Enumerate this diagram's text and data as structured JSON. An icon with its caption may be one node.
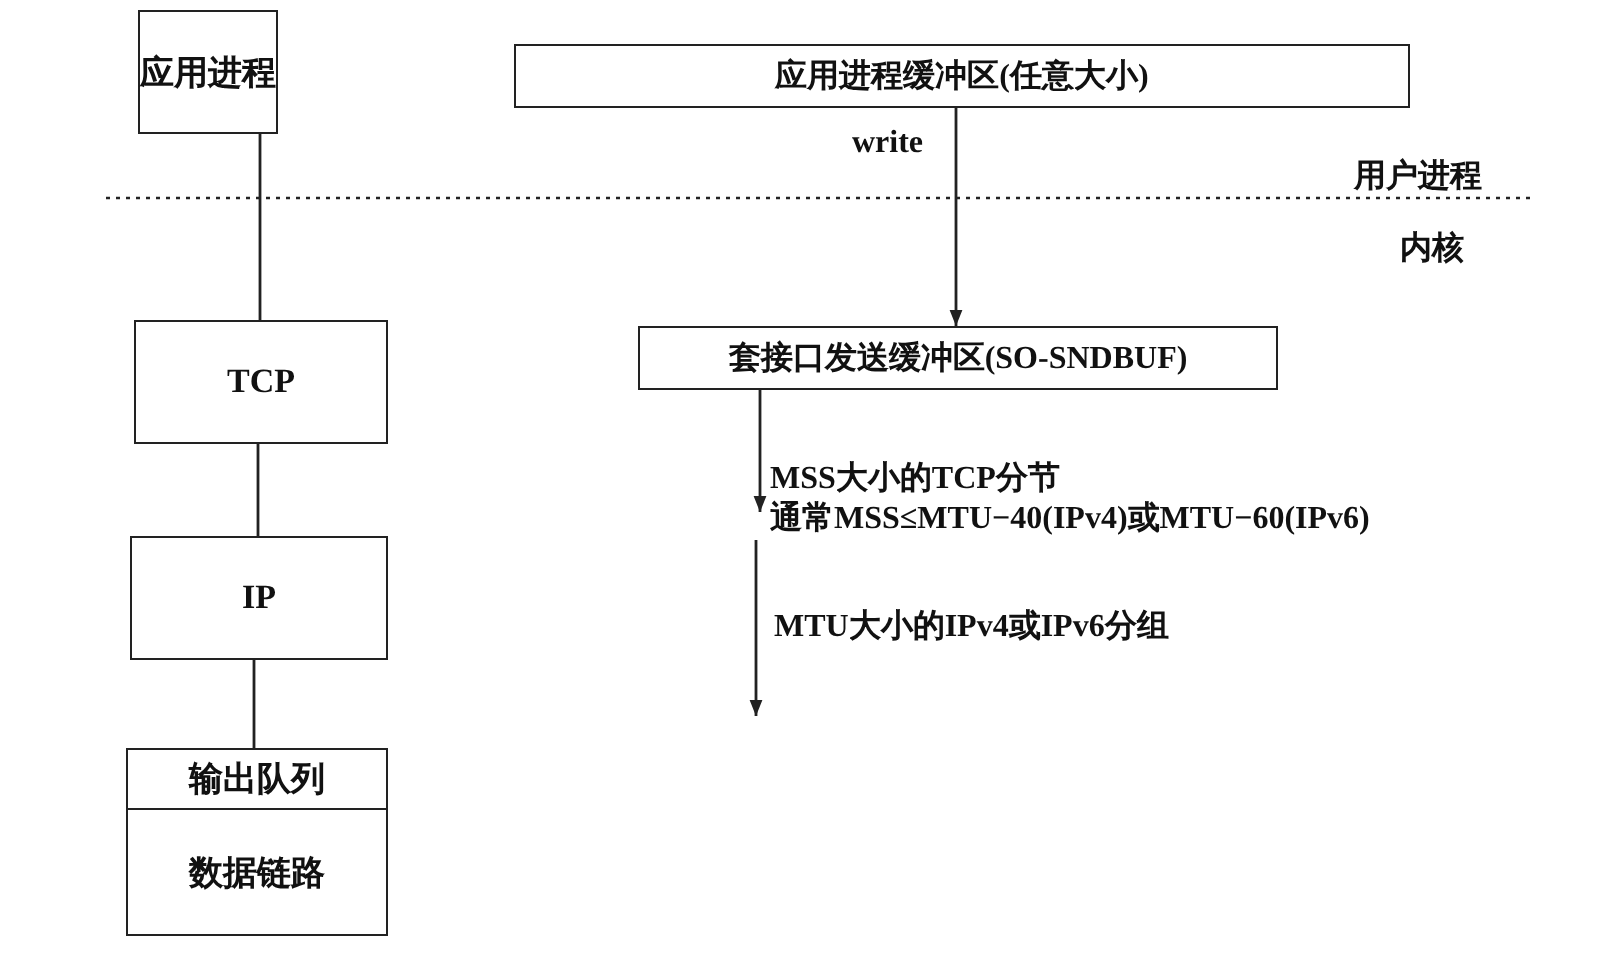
{
  "diagram": {
    "nodes": [
      {
        "text": [
          "应用进程"
        ]
      },
      {
        "text": [
          "TCP"
        ]
      },
      {
        "text": [
          "IP"
        ]
      },
      {
        "text": [
          "输出队列",
          "数据链路"
        ]
      },
      {
        "text": [
          "应用进程缓冲区(任意大小)"
        ]
      },
      {
        "text": [
          "套接口发送缓冲区(SO-SNDBUF)"
        ]
      },
      {
        "text": [
          "MSS大小的TCP分节",
          "通常MSS≤MTU−40(IPv4)或MTU−60(IPv6)"
        ]
      }
    ],
    "edges": [
      {
        "from": 0,
        "to": 1,
        "arrow": "none"
      },
      {
        "from": 1,
        "to": 2,
        "arrow": "none"
      },
      {
        "from": 2,
        "to": 3,
        "arrow": "none"
      },
      {
        "from": 4,
        "to": 5,
        "arrow": "to",
        "label": "write"
      },
      {
        "from": 5,
        "to": 6,
        "arrow": "to"
      },
      {
        "from": 6,
        "to": null,
        "arrow": "to",
        "label": "MTU大小的IPv4或IPv6分组"
      }
    ],
    "labels": [
      "用户进程",
      "内核"
    ]
  }
}
